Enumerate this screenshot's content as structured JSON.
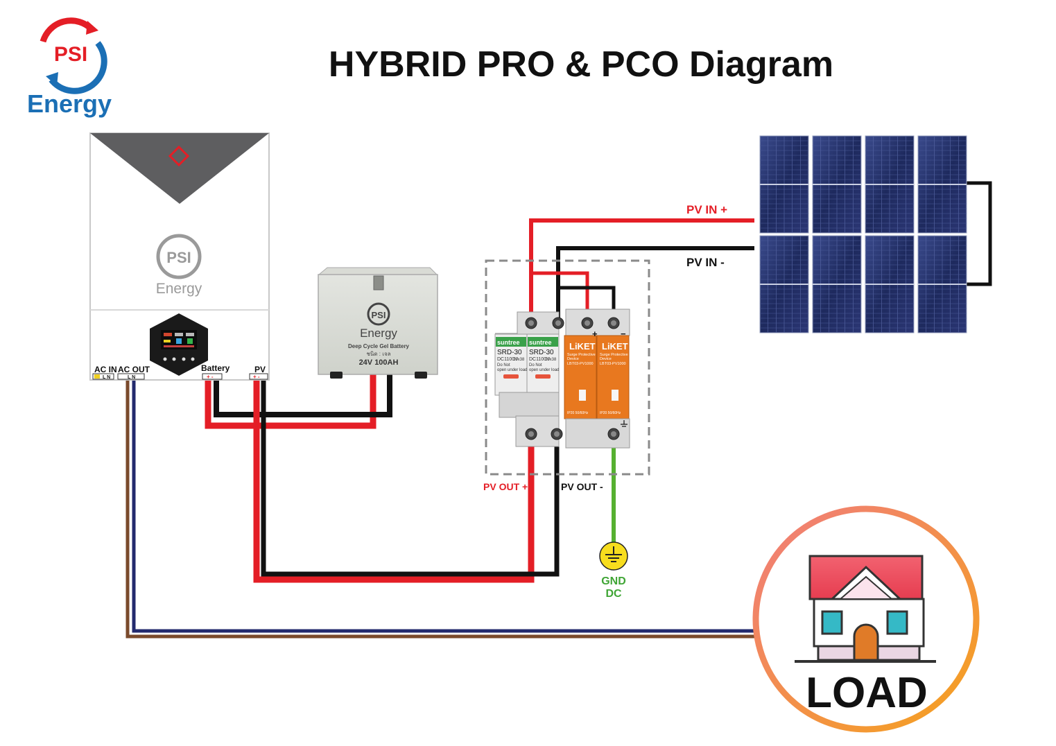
{
  "title": "HYBRID PRO & PCO Diagram",
  "logo": {
    "mark": "PSI",
    "text": "Energy"
  },
  "inverter": {
    "logo_mark": "PSI",
    "logo_text": "Energy",
    "ports": {
      "ac_in": "AC IN",
      "ac_out": "AC OUT",
      "battery": "Battery",
      "pv": "PV",
      "ln": "L N",
      "pm": "+ -"
    }
  },
  "battery": {
    "logo_mark": "PSI",
    "logo_text": "Energy",
    "type": "Deep Cycle Gel Battery",
    "model": "ชนิด : เจล",
    "rating": "24V 100AH"
  },
  "protection_box": {
    "breakers": [
      {
        "brand": "suntree",
        "model": "SRD-30",
        "spec": "DC1100V",
        "note1": "Do Not",
        "note2": "open under load",
        "size": "10x38"
      },
      {
        "brand": "suntree",
        "model": "SRD-30",
        "spec": "DC1100V",
        "note1": "Do Not",
        "note2": "open under load",
        "size": "10x38"
      }
    ],
    "spd": [
      {
        "brand": "LiKET",
        "desc1": "Surge Protective",
        "desc2": "Device",
        "model": "LBT03-PV1000",
        "iec": "IP20 50/60Hz"
      },
      {
        "brand": "LiKET",
        "desc1": "Surge Protective",
        "desc2": "Device",
        "model": "LBT03-PV1000",
        "iec": "IP20 50/60Hz"
      }
    ],
    "spd_plus": "+",
    "spd_minus": "−"
  },
  "labels": {
    "pv_in_plus": "PV IN +",
    "pv_in_minus": "PV IN -",
    "pv_out_plus": "PV OUT +",
    "pv_out_minus": "PV OUT -",
    "gnd_line1": "GND",
    "gnd_line2": "DC"
  },
  "solar_array": {
    "rows": 2,
    "cols": 4
  },
  "load": {
    "label": "LOAD"
  },
  "colors": {
    "red": "#e41e26",
    "black": "#111111",
    "green": "#3fa535",
    "brown": "#7a4a2c",
    "navy": "#232a6e",
    "orange": "#e8781f",
    "psi_red": "#e41e26",
    "psi_blue": "#1b6fb5"
  }
}
